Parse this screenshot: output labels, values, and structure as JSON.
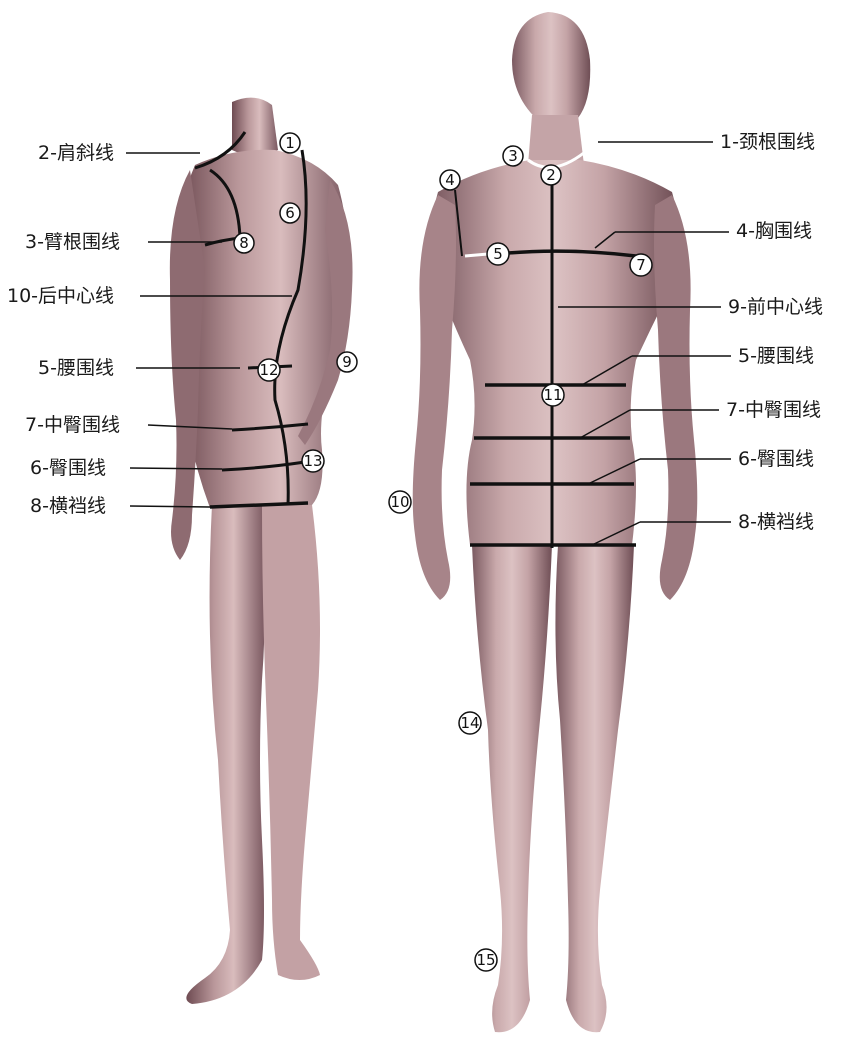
{
  "left_labels": [
    {
      "id": "L2",
      "text": "2-肩斜线"
    },
    {
      "id": "L3",
      "text": "3-臂根围线"
    },
    {
      "id": "L10",
      "text": "10-后中心线"
    },
    {
      "id": "L5",
      "text": "5-腰围线"
    },
    {
      "id": "L7",
      "text": "7-中臀围线"
    },
    {
      "id": "L6",
      "text": "6-臀围线"
    },
    {
      "id": "L8",
      "text": "8-横裆线"
    }
  ],
  "right_labels": [
    {
      "id": "R1",
      "text": "1-颈根围线"
    },
    {
      "id": "R4",
      "text": "4-胸围线"
    },
    {
      "id": "R9",
      "text": "9-前中心线"
    },
    {
      "id": "R5",
      "text": "5-腰围线"
    },
    {
      "id": "R7",
      "text": "7-中臀围线"
    },
    {
      "id": "R6",
      "text": "6-臀围线"
    },
    {
      "id": "R8",
      "text": "8-横裆线"
    }
  ],
  "markers": [
    "1",
    "2",
    "3",
    "4",
    "5",
    "6",
    "7",
    "8",
    "9",
    "10",
    "11",
    "12",
    "13",
    "14",
    "15"
  ],
  "colors": {
    "skin_light": "#d8b8b8",
    "skin_mid": "#a98286",
    "skin_dark": "#6e4b52",
    "line": "#111111"
  }
}
